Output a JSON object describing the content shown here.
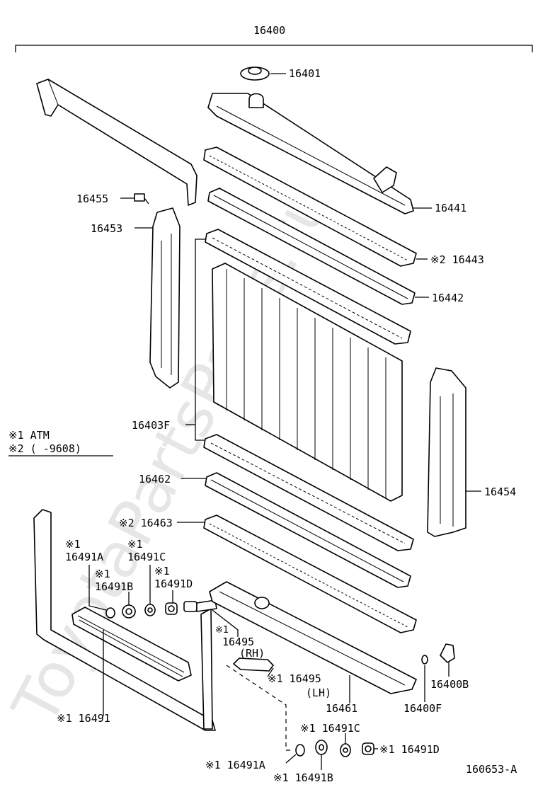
{
  "watermark": "ToyotaPartsParts.ru",
  "labels": {
    "l16400": "16400",
    "l16401": "16401",
    "l16441": "16441",
    "l16443": "※2 16443",
    "l16442": "16442",
    "l16455": "16455",
    "l16453": "16453",
    "l16403f": "16403F",
    "l16454": "16454",
    "l16462": "16462",
    "l16463": "※2 16463",
    "l16491a_mark": "※1",
    "l16491a": "16491A",
    "l16491c_mark": "※1",
    "l16491c": "16491C",
    "l16491b_mark": "※1",
    "l16491b": "16491B",
    "l16491d_mark": "※1",
    "l16491d": "16491D",
    "l16495rh_mark": "※1",
    "l16495rh": "16495",
    "l16495rh_sub": "(RH)",
    "l16495lh": "※1 16495",
    "l16495lh_sub": "(LH)",
    "l16461": "16461",
    "l16400f": "16400F",
    "l16400b": "16400B",
    "l16491": "※1 16491",
    "l16491c2": "※1 16491C",
    "l16491d2": "※1 16491D",
    "l16491a2": "※1 16491A",
    "l16491b2": "※1 16491B",
    "figure_id": "160653-A"
  },
  "legend": {
    "note1": "※1  ATM",
    "note2": "※2 (      -9608)"
  }
}
